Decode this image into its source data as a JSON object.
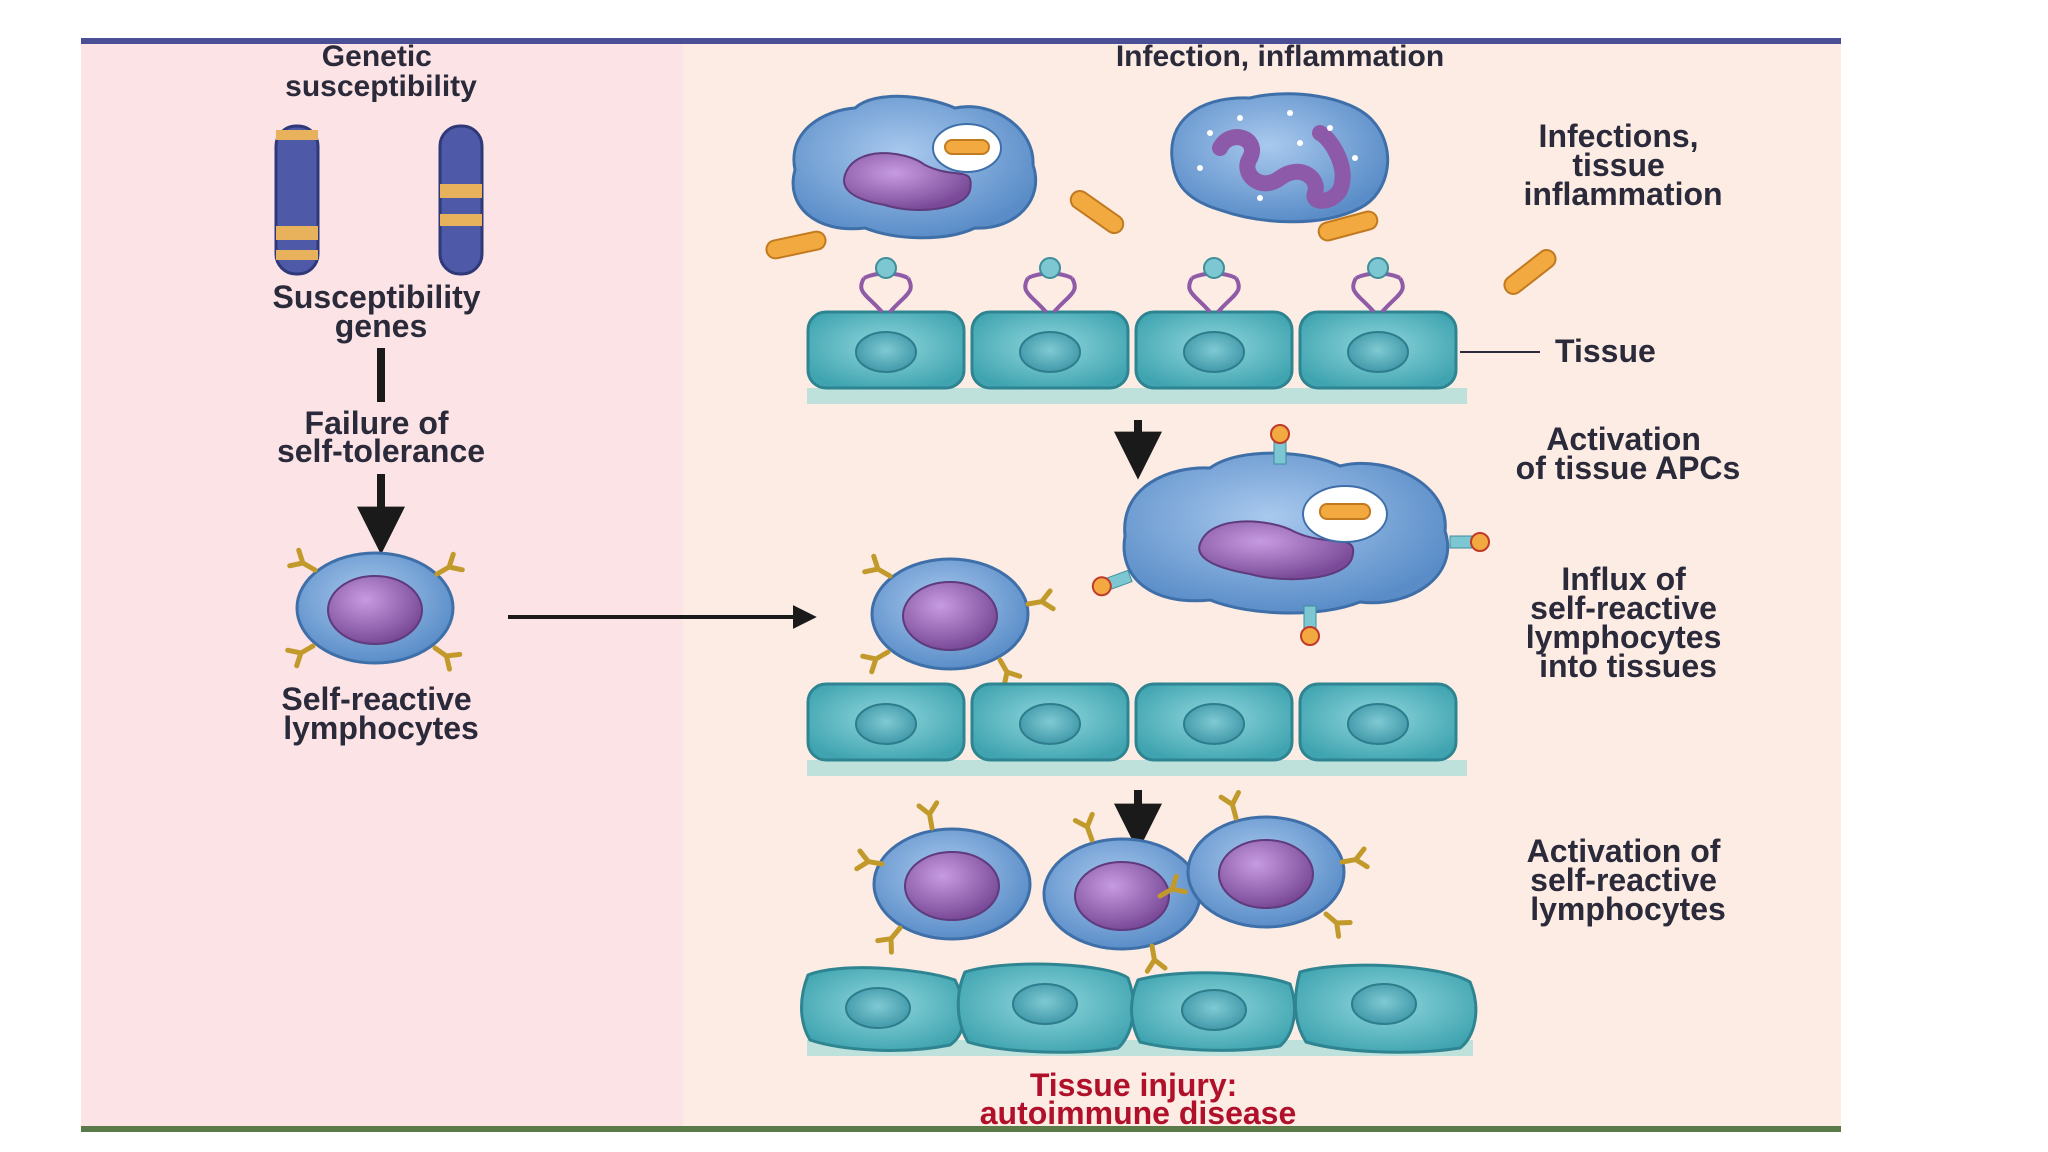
{
  "left_panel": {
    "header": [
      "Genetic",
      "susceptibility"
    ],
    "genes_label": [
      "Susceptibility",
      "genes"
    ],
    "failure_label": [
      "Failure of",
      "self-tolerance"
    ],
    "lymphocytes_label": [
      "Self-reactive",
      "lymphocytes"
    ]
  },
  "right_panel": {
    "header": "Infection, inflammation",
    "infections_label": [
      "Infections,",
      "tissue",
      "inflammation"
    ],
    "tissue_label": "Tissue",
    "apc_label": [
      "Activation",
      "of tissue APCs"
    ],
    "influx_label": [
      "Influx of",
      "self-reactive",
      "lymphocytes",
      "into tissues"
    ],
    "activation_label": [
      "Activation of",
      "self-reactive",
      "lymphocytes"
    ],
    "outcome_label": [
      "Tissue injury:",
      "autoimmune disease"
    ]
  },
  "colors": {
    "left_bg": "#fbe3e6",
    "right_bg": "#fcece4",
    "frame_top": "#4b4f96",
    "cell_blue": "#6d9fd6",
    "nucleus_purple": "#8c5aa8",
    "tissue_teal": "#4fb3bf",
    "bacteria_orange": "#f0a43a",
    "receptor_gold": "#c9a030",
    "outcome_red": "#b0102a"
  }
}
